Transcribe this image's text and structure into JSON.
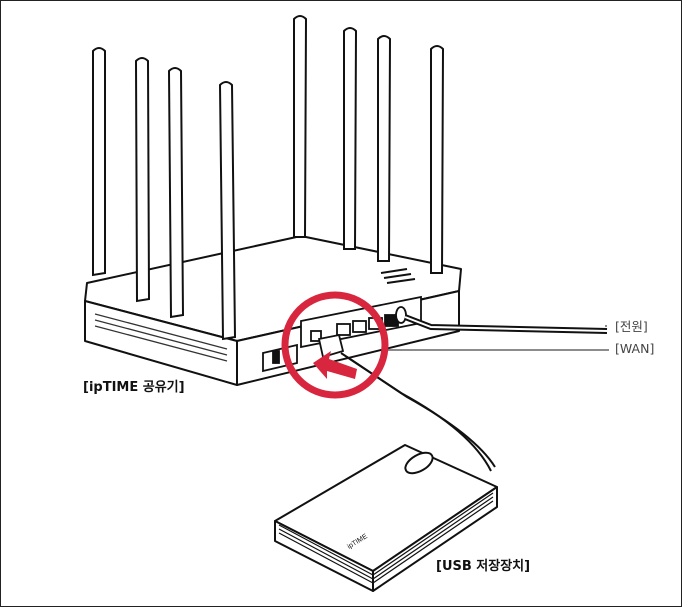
{
  "labels": {
    "power": "[전원]",
    "wan": "[WAN]",
    "router": "[ipTIME 공유기]",
    "usb_storage": "[USB 저장장치]",
    "device_brand": "ipTIME"
  },
  "colors": {
    "highlight_circle": "#d7263d",
    "arrow": "#d7263d",
    "line": "#111111",
    "leader_line": "#666666"
  },
  "icons": {
    "highlight": "red-circle-highlight",
    "insert_arrow": "insert-arrow-icon"
  }
}
